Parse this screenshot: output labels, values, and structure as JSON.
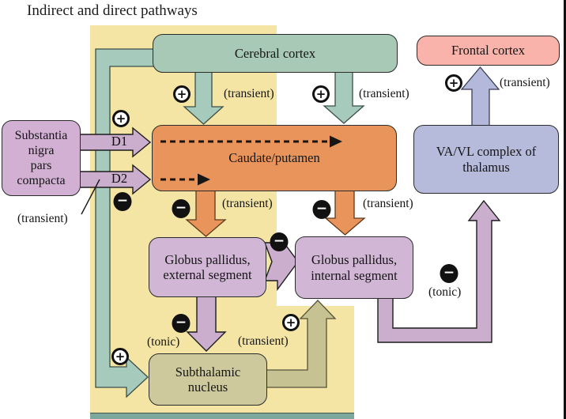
{
  "title": "Indirect and direct pathways",
  "boxes": {
    "cerebral_cortex": {
      "label": "Cerebral cortex"
    },
    "frontal_cortex": {
      "label": "Frontal cortex"
    },
    "substantia_nigra": {
      "lines": [
        "Substantia",
        "nigra",
        "pars",
        "compacta"
      ]
    },
    "caudate_putamen": {
      "label": "Caudate/putamen"
    },
    "va_vl_thalamus": {
      "lines": [
        "VA/VL complex of",
        "thalamus"
      ]
    },
    "globus_pallidus_external": {
      "lines": [
        "Globus pallidus,",
        "external segment"
      ]
    },
    "globus_pallidus_internal": {
      "lines": [
        "Globus pallidus,",
        "internal segment"
      ]
    },
    "subthalamic_nucleus": {
      "lines": [
        "Subthalamic",
        "nucleus"
      ]
    }
  },
  "receptors": {
    "d1": "D1",
    "d2": "D2"
  },
  "annotations": {
    "cortex_caudate_d1": {
      "sign": "+",
      "label": "(transient)"
    },
    "cortex_caudate_d2": {
      "sign": "+",
      "label": "(transient)"
    },
    "thalamus_frontal": {
      "sign": "+",
      "label": "(transient)"
    },
    "snc_d1": {
      "sign": "+"
    },
    "snc_d2": {
      "sign": "−"
    },
    "snc_transient": {
      "label": "(transient)"
    },
    "caudate_gpe": {
      "sign": "−",
      "label": "(transient)"
    },
    "caudate_gpi": {
      "sign": "−",
      "label": "(transient)"
    },
    "gpe_gpi": {
      "sign": "−"
    },
    "gpe_stn": {
      "sign": "−",
      "label": "(tonic)"
    },
    "cortex_stn": {
      "sign": "+"
    },
    "stn_gpi": {
      "sign": "+",
      "label": "(transient)"
    },
    "gpi_thalamus": {
      "sign": "−",
      "label": "(tonic)"
    }
  },
  "colors": {
    "highlight_yellow": "#f4e5a4",
    "cortex_green": "#a8c9b6",
    "frontal_pink": "#f9b3ab",
    "striatum_orange": "#e8945a",
    "nigra_purple": "#d1b0d3",
    "pallidus_purple": "#d1b6d6",
    "thalamus_blue": "#b6bbdb",
    "subthalamic_olive": "#cec99c",
    "olive_arrow": "#c7c292",
    "purple_arrow": "#cbaecd",
    "bottom_strip_teal": "#7ba79c"
  }
}
